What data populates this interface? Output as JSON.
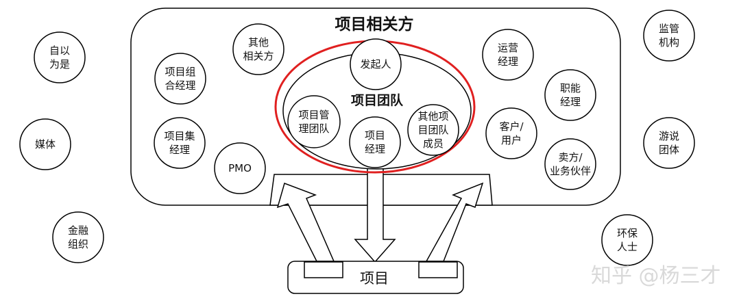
{
  "title": "项目相关方",
  "team": {
    "label": "项目团队",
    "members": [
      "发起人",
      "项目管\n理团队",
      "项目\n经理",
      "其他项\n目团队\n成员"
    ]
  },
  "inner_stakeholders": [
    "其他\n相关方",
    "项目组\n合经理",
    "项目集\n经理",
    "PMO",
    "运营\n经理",
    "职能\n经理",
    "客户/\n用户",
    "卖方/\n业务伙伴"
  ],
  "outer_stakeholders": [
    "自以\n为是",
    "媒体",
    "金融\n组织",
    "监管\n机构",
    "游说\n团体",
    "环保\n人士"
  ],
  "project": "项目",
  "watermark": "知乎 @杨三才",
  "colors": {
    "highlight": "#e02020",
    "line": "#000000",
    "background": "#ffffff"
  }
}
